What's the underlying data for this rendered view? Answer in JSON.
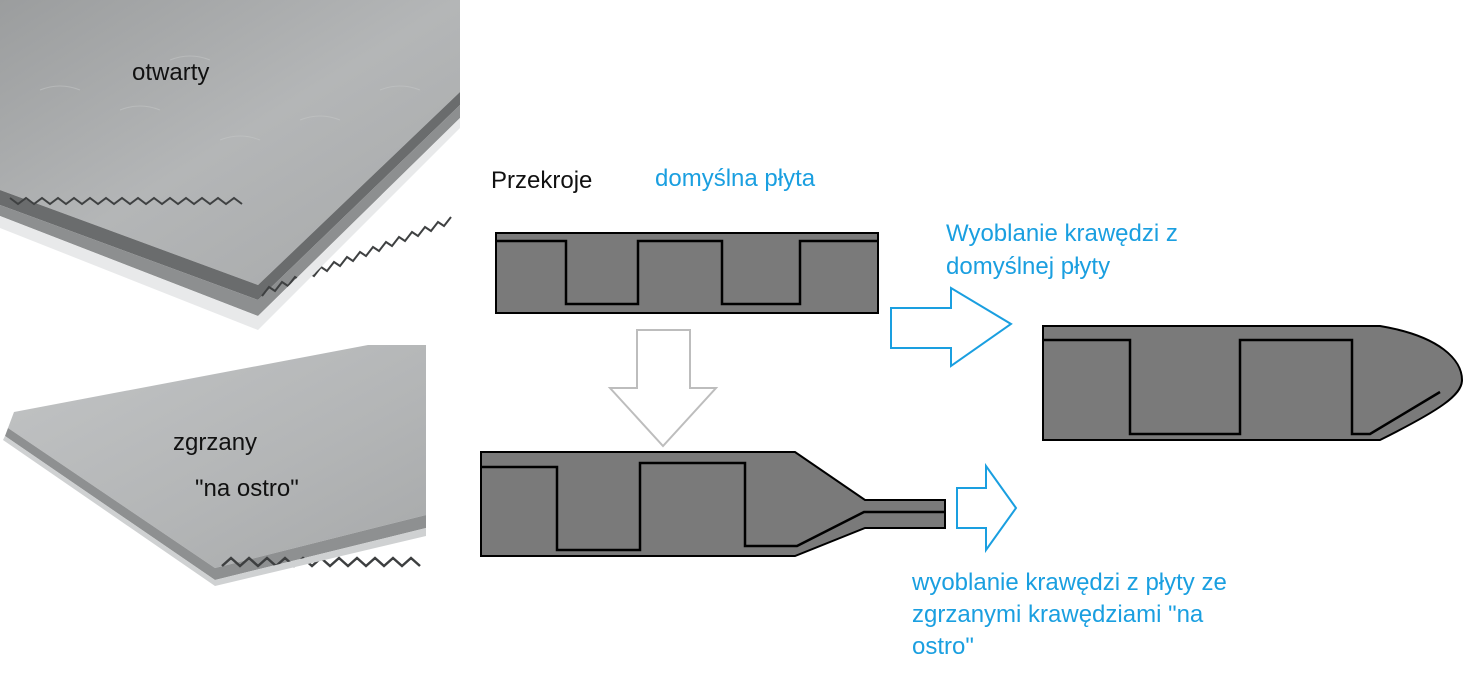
{
  "photo_open": {
    "label": "otwarty"
  },
  "photo_welded": {
    "label_line1": "zgrzany",
    "label_line2": "\"na ostro\""
  },
  "diagram": {
    "title": "Przekroje",
    "default_board_label": "domyślna płyta",
    "edge_from_default_line1": "Wyoblanie krawędzi z",
    "edge_from_default_line2": "domyślnej płyty",
    "edge_from_welded_line1": "wyoblanie krawędzi z płyty ze",
    "edge_from_welded_line2": "zgrzanymi krawędziami \"na",
    "edge_from_welded_line3": "ostro\""
  },
  "colors": {
    "accent": "#1a9fe0",
    "board_fill": "#7a7a7a",
    "board_stroke": "#000000",
    "down_arrow_stroke": "#bdbdbd",
    "photo_gray": "#a9abac"
  }
}
